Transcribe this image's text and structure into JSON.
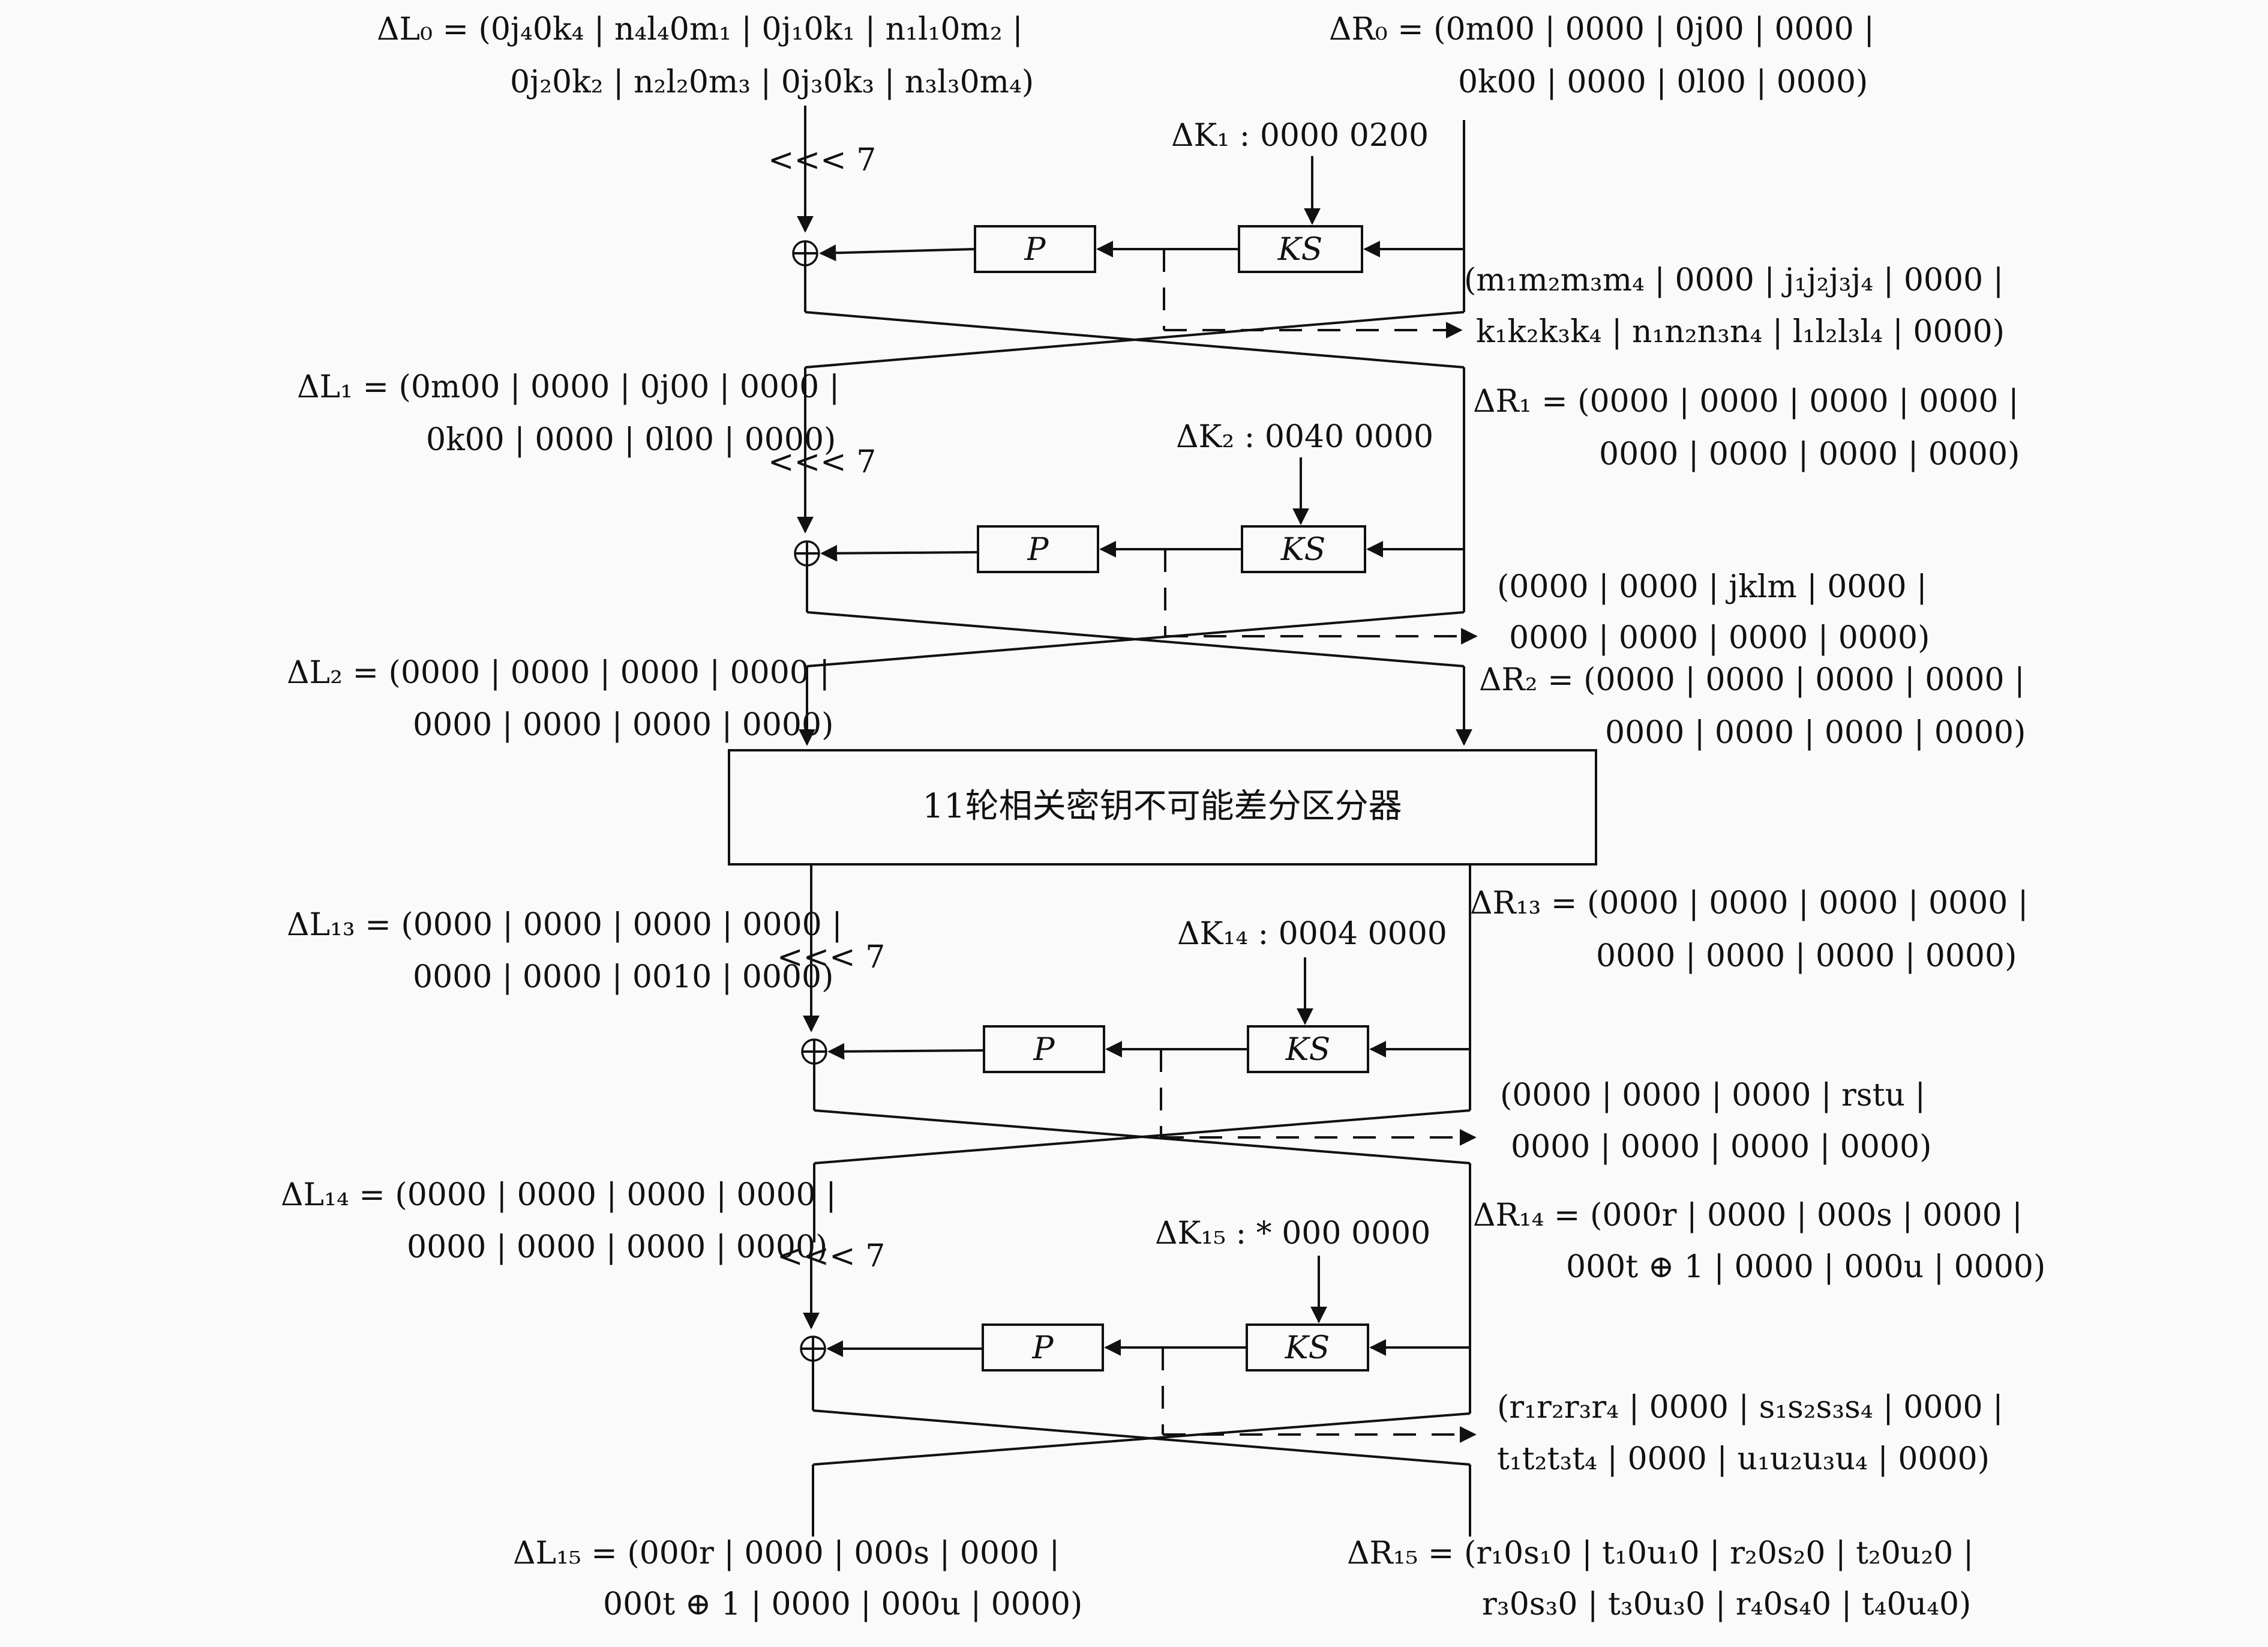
{
  "r0": {
    "dl0_line1": "ΔL₀ = (0j₄0k₄ | n₄l₄0m₁ | 0j₁0k₁ | n₁l₁0m₂ |",
    "dl0_line2": "0j₂0k₂ | n₂l₂0m₃ | 0j₃0k₃ | n₃l₃0m₄)",
    "dr0_line1": "ΔR₀ = (0m00 | 0000 | 0j00 | 0000 |",
    "dr0_line2": "0k00 | 0000 | 0l00 | 0000)",
    "dk": "ΔK₁ : 0000 0200",
    "rot": "<<< 7",
    "p": "P",
    "ks": "KS",
    "fout_line1": "(m₁m₂m₃m₄ | 0000 | j₁j₂j₃j₄ | 0000 |",
    "fout_line2": "k₁k₂k₃k₄ | n₁n₂n₃n₄ | l₁l₂l₃l₄ | 0000)"
  },
  "r1": {
    "dl_line1": "ΔL₁ = (0m00 | 0000 | 0j00 | 0000 |",
    "dl_line2": "0k00 | 0000 | 0l00 | 0000)",
    "dr_line1": "ΔR₁ = (0000 | 0000 | 0000 | 0000 |",
    "dr_line2": "0000 | 0000 | 0000 | 0000)",
    "dk": "ΔK₂ : 0040 0000",
    "rot": "<<< 7",
    "p": "P",
    "ks": "KS",
    "fout_line1": "(0000 | 0000 | jklm | 0000 |",
    "fout_line2": "0000 | 0000 | 0000 | 0000)"
  },
  "r2": {
    "dl_line1": "ΔL₂ = (0000 | 0000 | 0000 | 0000 |",
    "dl_line2": "0000 | 0000 | 0000 | 0000)",
    "dr_line1": "ΔR₂ = (0000 | 0000 | 0000 | 0000 |",
    "dr_line2": "0000 | 0000 | 0000 | 0000)"
  },
  "distinguisher": "11轮相关密钥不可能差分区分器",
  "r13": {
    "dl_line1": "ΔL₁₃ = (0000 | 0000 | 0000 | 0000 |",
    "dl_line2": "0000 | 0000 | 0010 | 0000)",
    "dr_line1": "ΔR₁₃ = (0000 | 0000 | 0000 | 0000 |",
    "dr_line2": "0000 | 0000 | 0000 | 0000)",
    "dk": "ΔK₁₄ : 0004 0000",
    "rot": "<<< 7",
    "p": "P",
    "ks": "KS",
    "fout_line1": "(0000 | 0000 | 0000 | rstu |",
    "fout_line2": "0000 | 0000 | 0000 | 0000)"
  },
  "r14": {
    "dl_line1": "ΔL₁₄ = (0000 | 0000 | 0000 | 0000 |",
    "dl_line2": "0000 | 0000 | 0000 | 0000)",
    "dr_line1": "ΔR₁₄ = (000r | 0000 | 000s | 0000 |",
    "dr_line2": "000t ⊕ 1 | 0000 | 000u | 0000)",
    "dk": "ΔK₁₅ : * 000 0000",
    "rot": "<<< 7",
    "p": "P",
    "ks": "KS",
    "fout_line1": "(r₁r₂r₃r₄ | 0000 | s₁s₂s₃s₄ | 0000 |",
    "fout_line2": "t₁t₂t₃t₄ | 0000 | u₁u₂u₃u₄ | 0000)"
  },
  "r15": {
    "dl_line1": "ΔL₁₅ = (000r | 0000 | 000s | 0000 |",
    "dl_line2": "000t ⊕ 1 | 0000 | 000u | 0000)",
    "dr_line1": "ΔR₁₅ = (r₁0s₁0 | t₁0u₁0 | r₂0s₂0 | t₂0u₂0 |",
    "dr_line2": "r₃0s₃0 | t₃0u₃0 | r₄0s₄0 | t₄0u₄0)"
  }
}
